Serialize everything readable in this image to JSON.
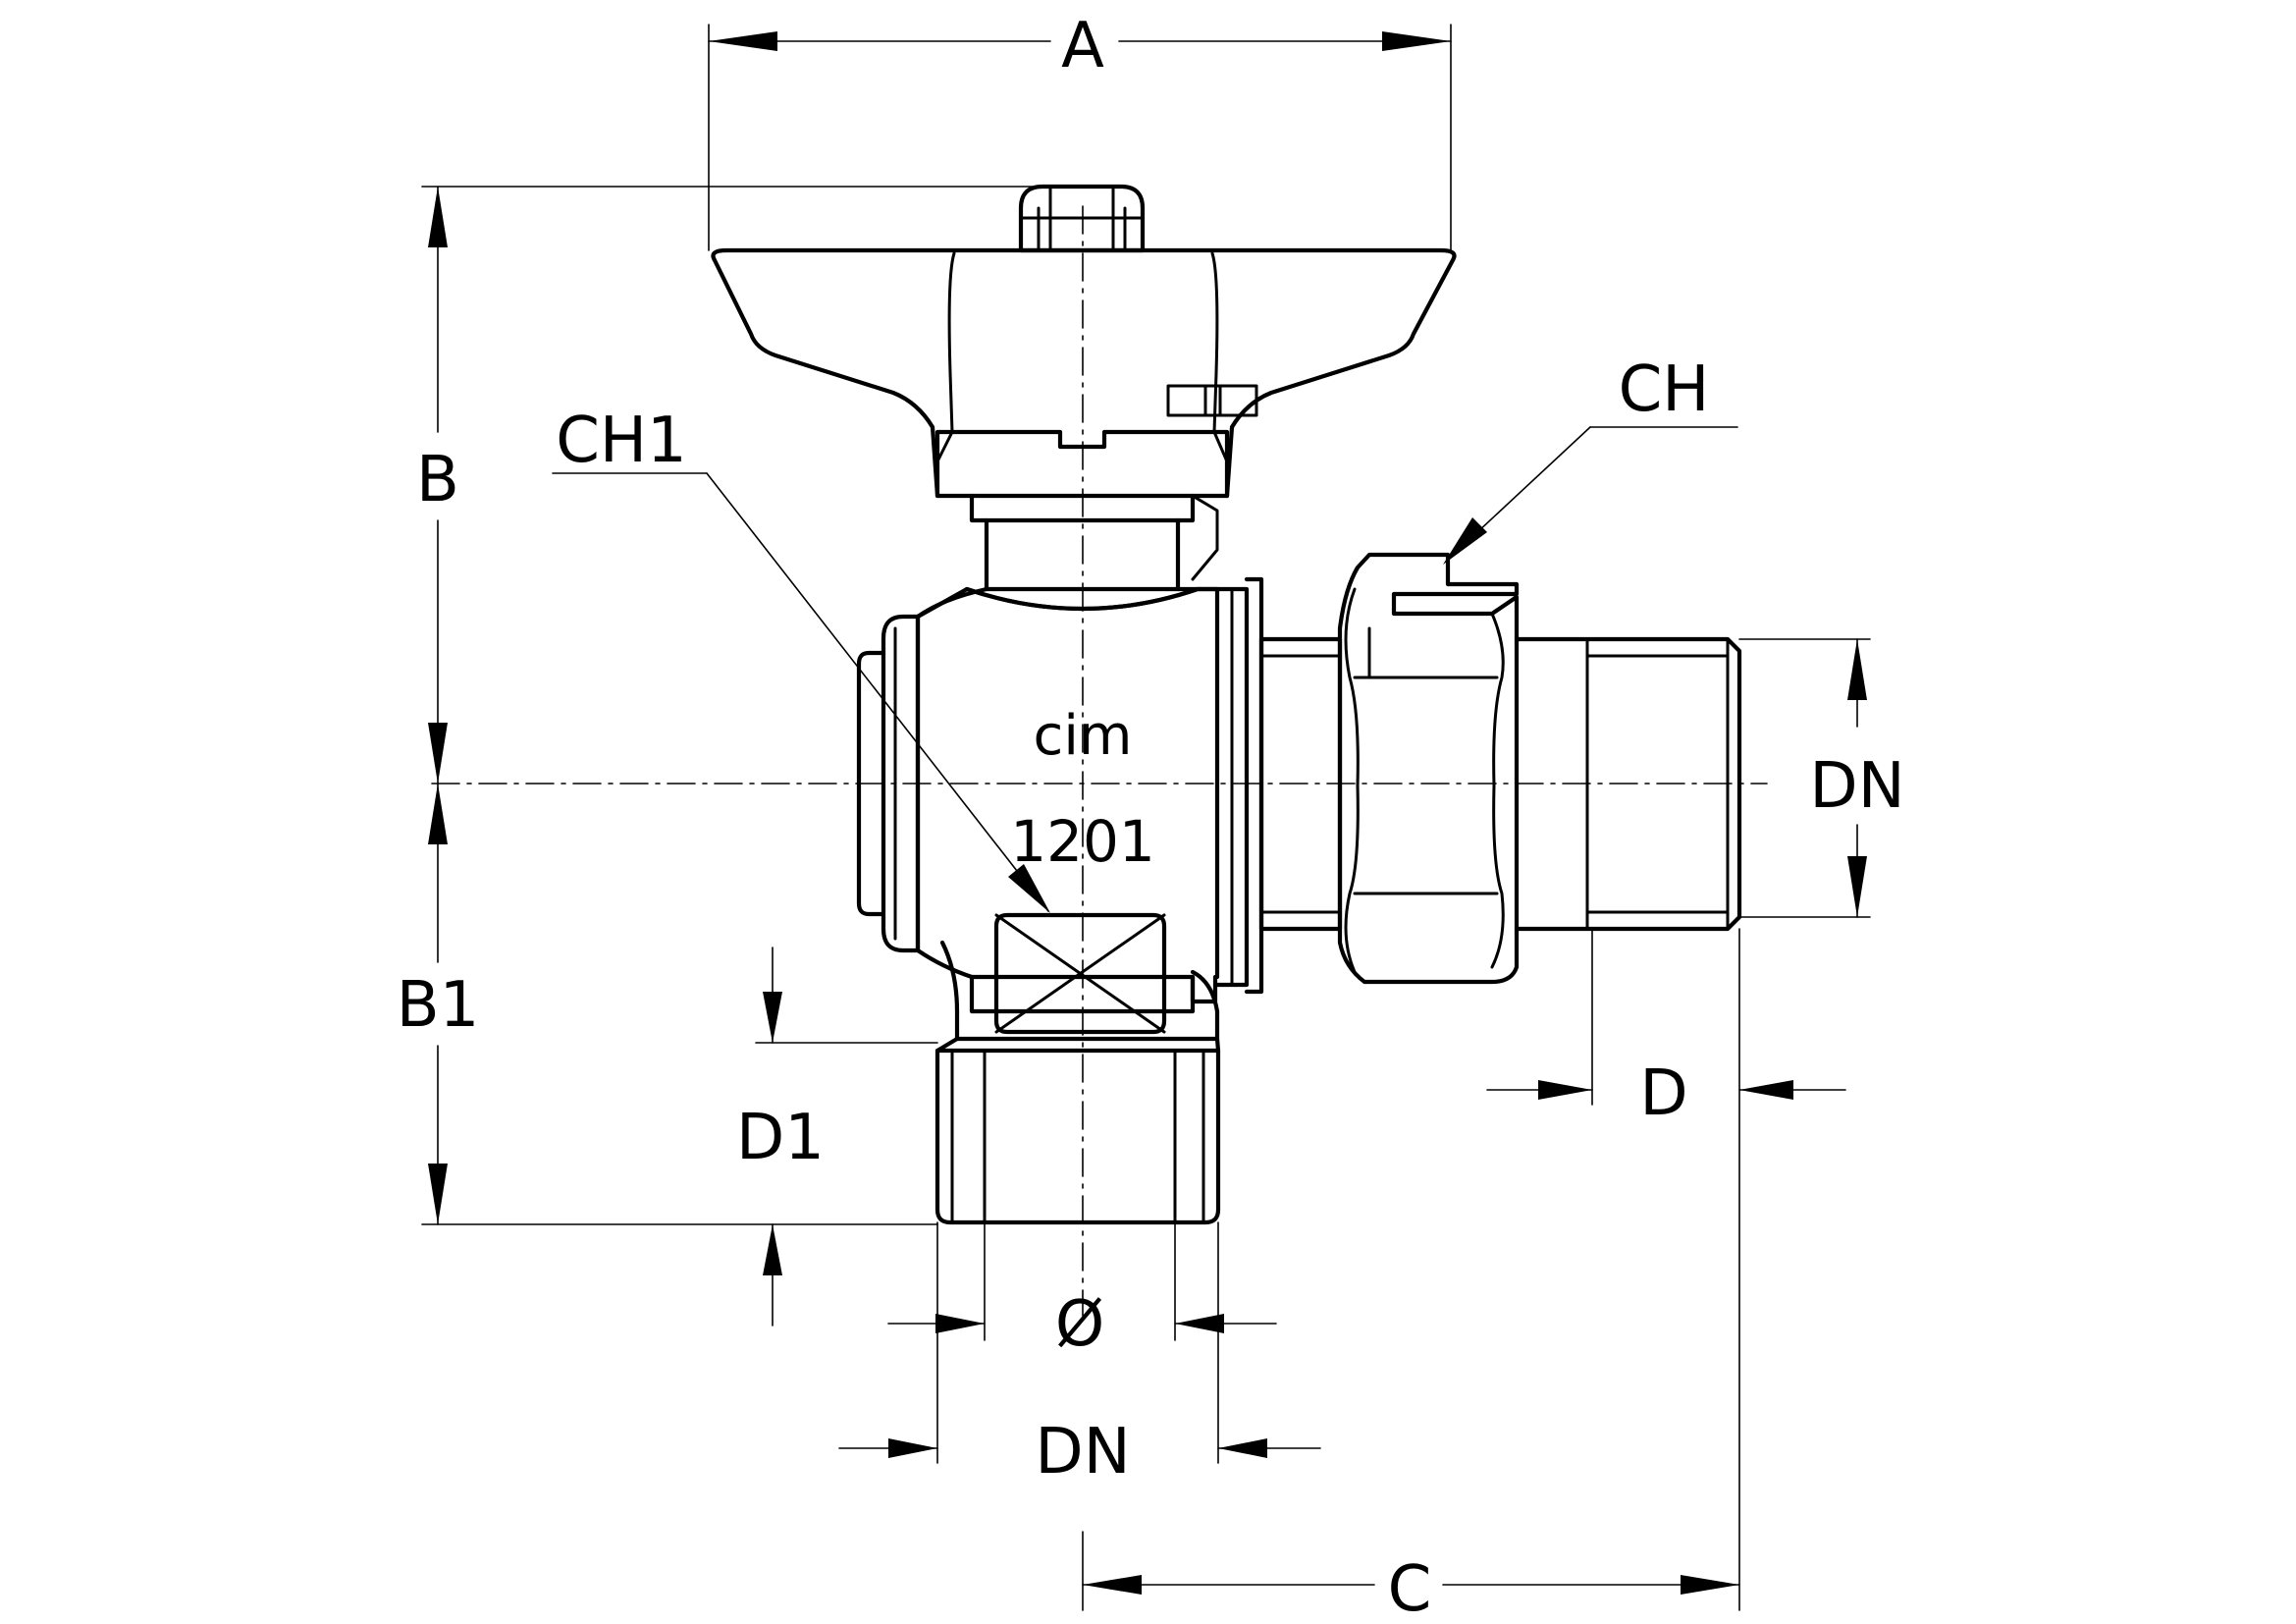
{
  "dimensions": {
    "A": "A",
    "B": "B",
    "B1": "B1",
    "C": "C",
    "D": "D",
    "D1": "D1",
    "DN_right": "DN",
    "DN_bottom": "DN",
    "diameter": "Ø",
    "CH": "CH",
    "CH1": "CH1"
  },
  "body_markings": {
    "brand": "cim",
    "code": "1201"
  }
}
